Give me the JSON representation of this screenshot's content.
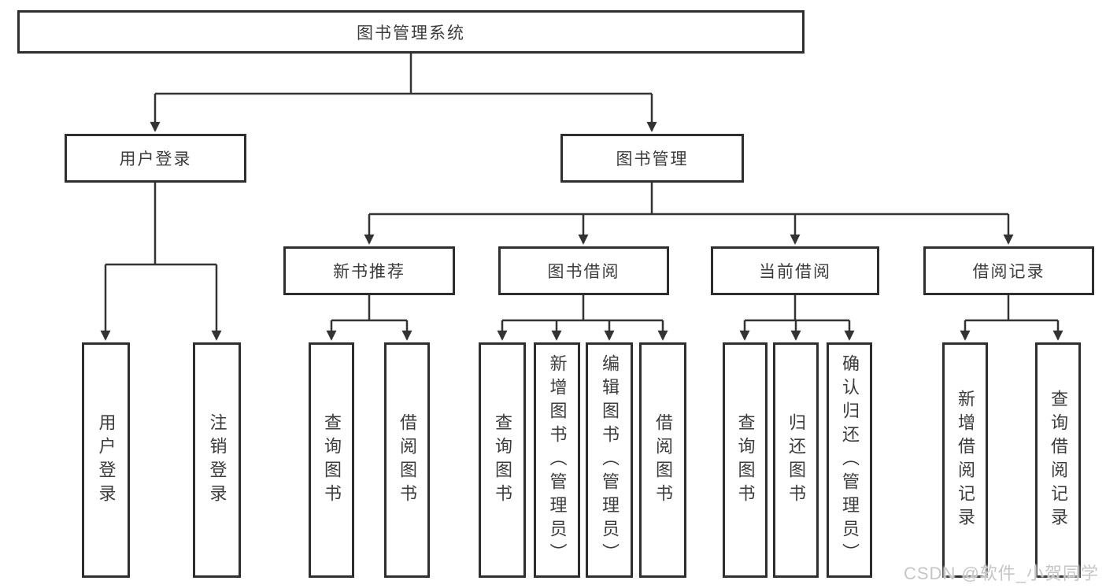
{
  "diagram": {
    "title": "图书管理系统",
    "level2": [
      {
        "label": "用户登录"
      },
      {
        "label": "图书管理"
      }
    ],
    "level3": [
      {
        "label": "新书推荐"
      },
      {
        "label": "图书借阅"
      },
      {
        "label": "当前借阅"
      },
      {
        "label": "借阅记录"
      }
    ],
    "leaves": {
      "user_login": [
        "用户登录",
        "注销登录"
      ],
      "new_book_recommend": [
        "查询图书",
        "借阅图书"
      ],
      "book_borrow": [
        "查询图书",
        "新增图书（管理员）",
        "编辑图书（管理员）",
        "借阅图书"
      ],
      "current_borrow": [
        "查询图书",
        "归还图书",
        "确认归还（管理员）"
      ],
      "borrow_records": [
        "新增借阅记录",
        "查询借阅记录"
      ]
    },
    "colors": {
      "line": "#333333",
      "border": "#2e2e2e",
      "text": "#3c3c3c",
      "watermark": "#c6c6c6"
    },
    "watermark": "CSDN @软件_小贺同学"
  }
}
